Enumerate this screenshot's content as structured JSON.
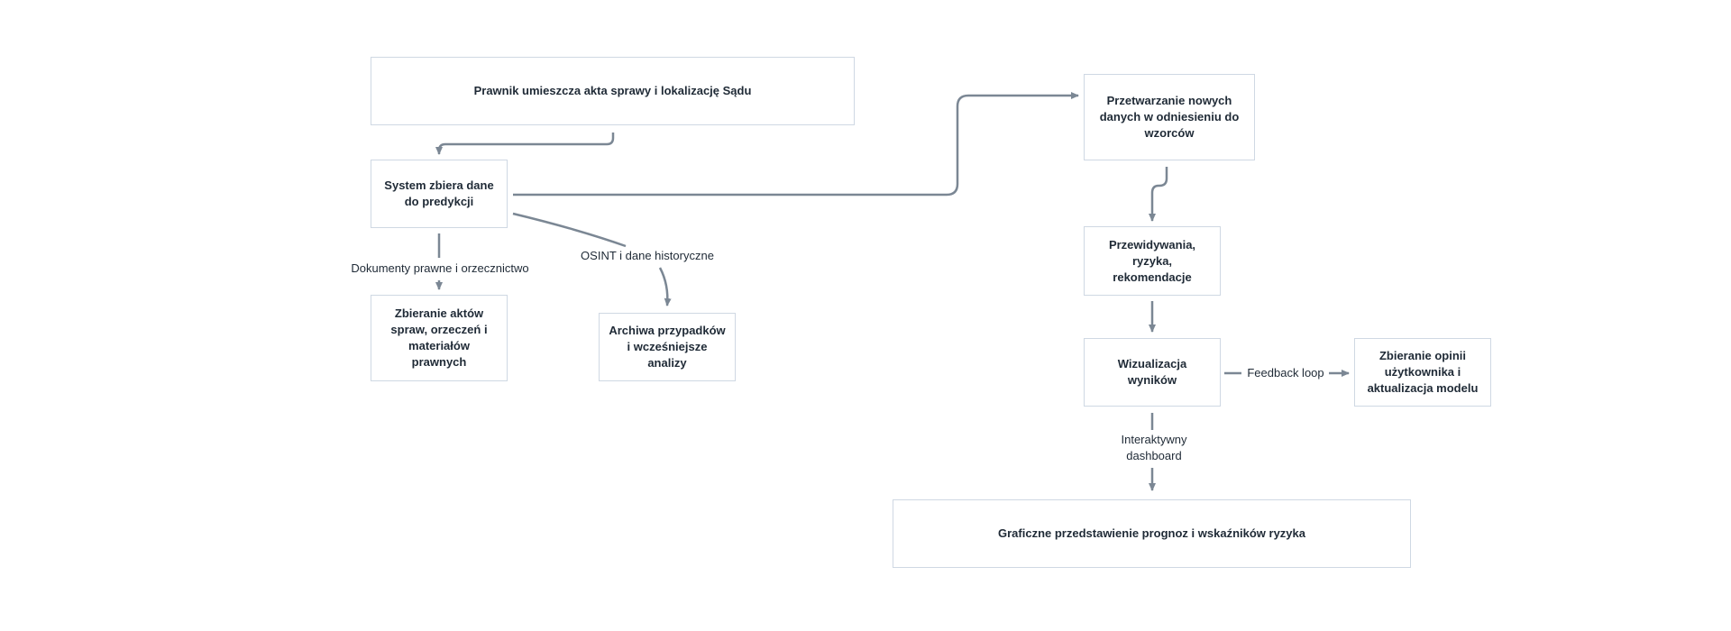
{
  "colors": {
    "arrow": "#7b8794",
    "node_border": "#cfd8e3",
    "text": "#1f2a36",
    "background": "#ffffff"
  },
  "nodes": {
    "lawyer_upload": "Prawnik umieszcza akta sprawy i lokalizację Sądu",
    "system_collects": "System zbiera dane do predykcji",
    "collect_acts": "Zbieranie aktów spraw, orzeczeń i materiałów prawnych",
    "case_archives": "Archiwa przypadków i wcześniejsze analizy",
    "process_new_data": "Przetwarzanie nowych danych w odniesieniu do wzorców",
    "predictions": "Przewidywania, ryzyka, rekomendacje",
    "visualization": "Wizualizacja wyników",
    "user_feedback": "Zbieranie opinii użytkownika i aktualizacja modelu",
    "graphic_presentation": "Graficzne przedstawienie prognoz i wskaźników ryzyka"
  },
  "edge_labels": {
    "legal_docs": "Dokumenty prawne i orzecznictwo",
    "osint": "OSINT i dane historyczne",
    "feedback_loop": "Feedback loop",
    "dashboard": "Interaktywny dashboard"
  }
}
